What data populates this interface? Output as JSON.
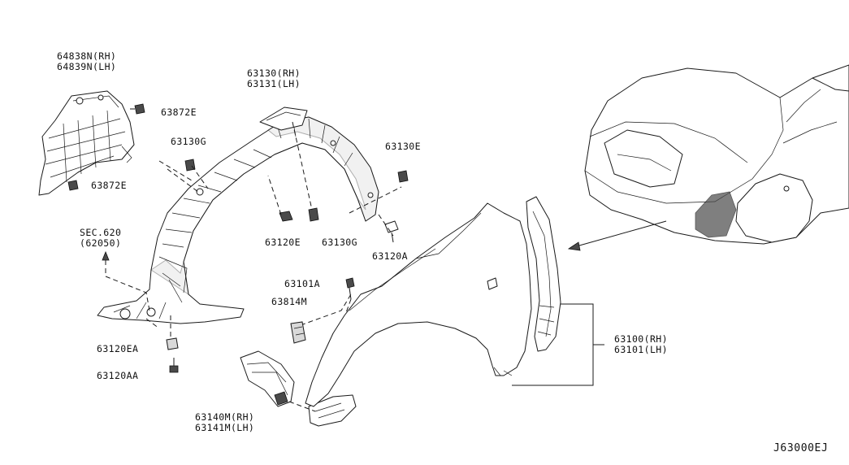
{
  "labels": {
    "bracket_upper": "64838N(RH)",
    "bracket_lower": "64839N(LH)",
    "clip_top": "63872E",
    "clip_bottom": "63872E",
    "protector_rh": "63130(RH)",
    "protector_lh": "63131(LH)",
    "clip_130g_left": "63130G",
    "clip_130e": "63130E",
    "sec_ref": "SEC.620",
    "sec_ref_num": "(62050)",
    "clip_120e": "63120E",
    "clip_130g_bottom": "63130G",
    "clip_120a": "63120A",
    "bolt_101a": "63101A",
    "bracket_814m": "63814M",
    "nut_120ea": "63120EA",
    "bolt_120aa": "63120AA",
    "bracket_140m_rh": "63140M(RH)",
    "bracket_141m_lh": "63141M(LH)",
    "fender_rh": "63100(RH)",
    "fender_lh": "63101(LH)",
    "diagram_ref": "J63000EJ"
  },
  "icons": {
    "clip": "push-clip-icon",
    "bolt": "bolt-icon",
    "arrow": "direction-arrow-icon"
  },
  "colors": {
    "line": "#1a1a1a",
    "fill": "#ffffff",
    "shade": "#d9d9d9"
  }
}
